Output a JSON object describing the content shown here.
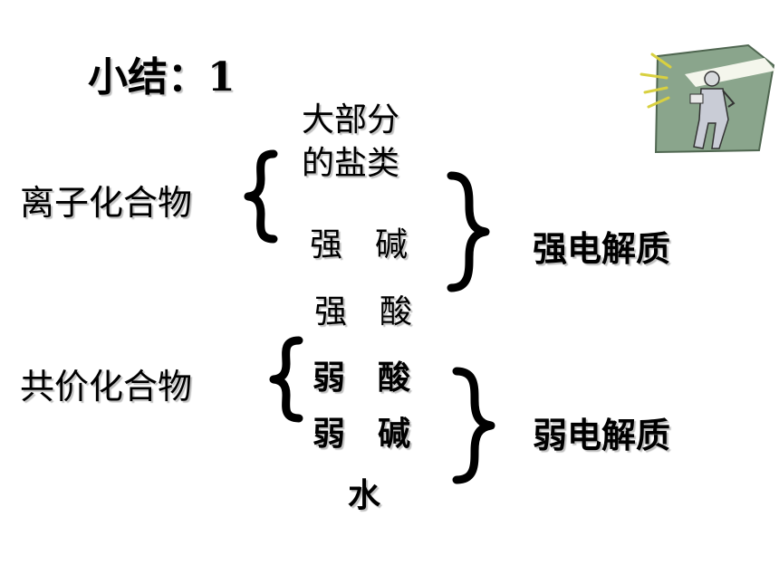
{
  "title": "小结：1",
  "groups": {
    "ionic": {
      "label": "离子化合物",
      "items": [
        "大部分",
        "的盐类",
        "强　碱",
        "强　酸"
      ],
      "result": "强电解质"
    },
    "covalent": {
      "label": "共价化合物",
      "items": [
        "弱　酸",
        "弱　碱",
        "水"
      ],
      "result": "弱电解质"
    }
  },
  "icons": {
    "clipart": "businessman-spotlight-clipart"
  }
}
